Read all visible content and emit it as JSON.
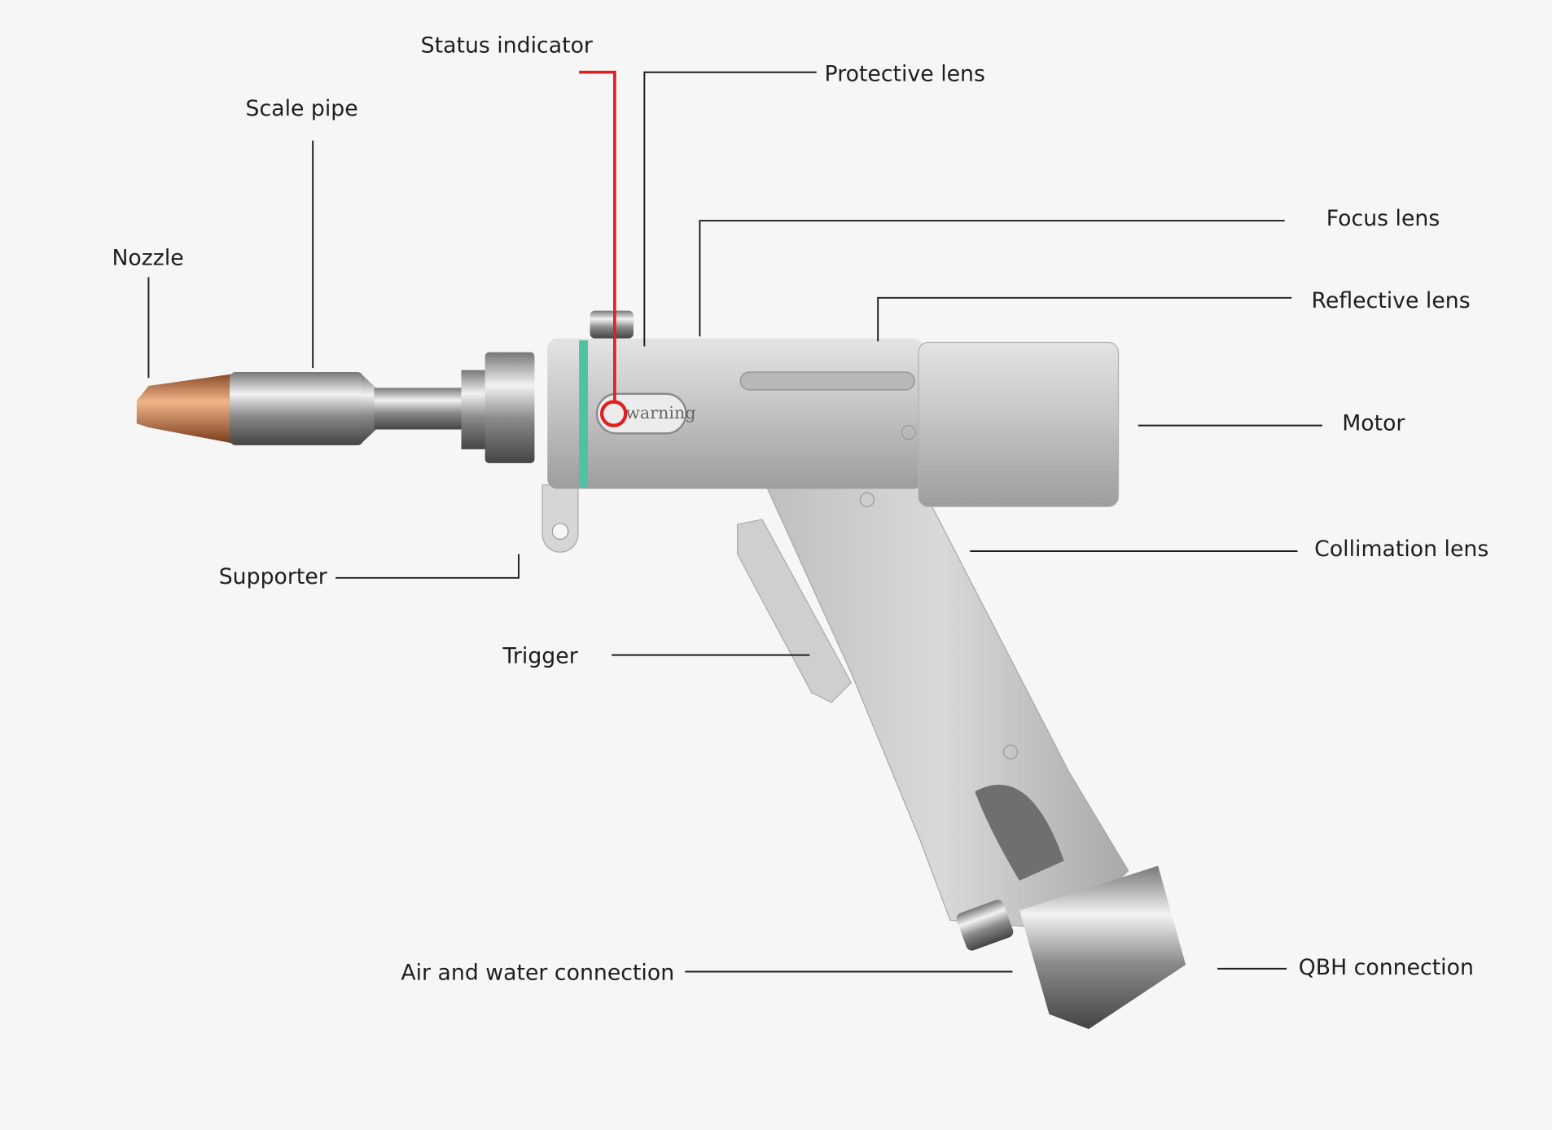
{
  "title": "Handheld laser welding gun components",
  "labels": {
    "status_indicator": "Status indicator",
    "protective_lens": "Protective lens",
    "scale_pipe": "Scale pipe",
    "nozzle": "Nozzle",
    "focus_lens": "Focus lens",
    "reflective_lens": "Reflective lens",
    "motor": "Motor",
    "collimation_lens": "Collimation lens",
    "supporter": "Supporter",
    "trigger": "Trigger",
    "air_water": "Air and water connection",
    "qbh": "QBH connection"
  },
  "badge_text": "warning",
  "colors": {
    "highlight": "#e02020",
    "accent_ring": "#4fc3a1",
    "copper": "#c8794a"
  }
}
